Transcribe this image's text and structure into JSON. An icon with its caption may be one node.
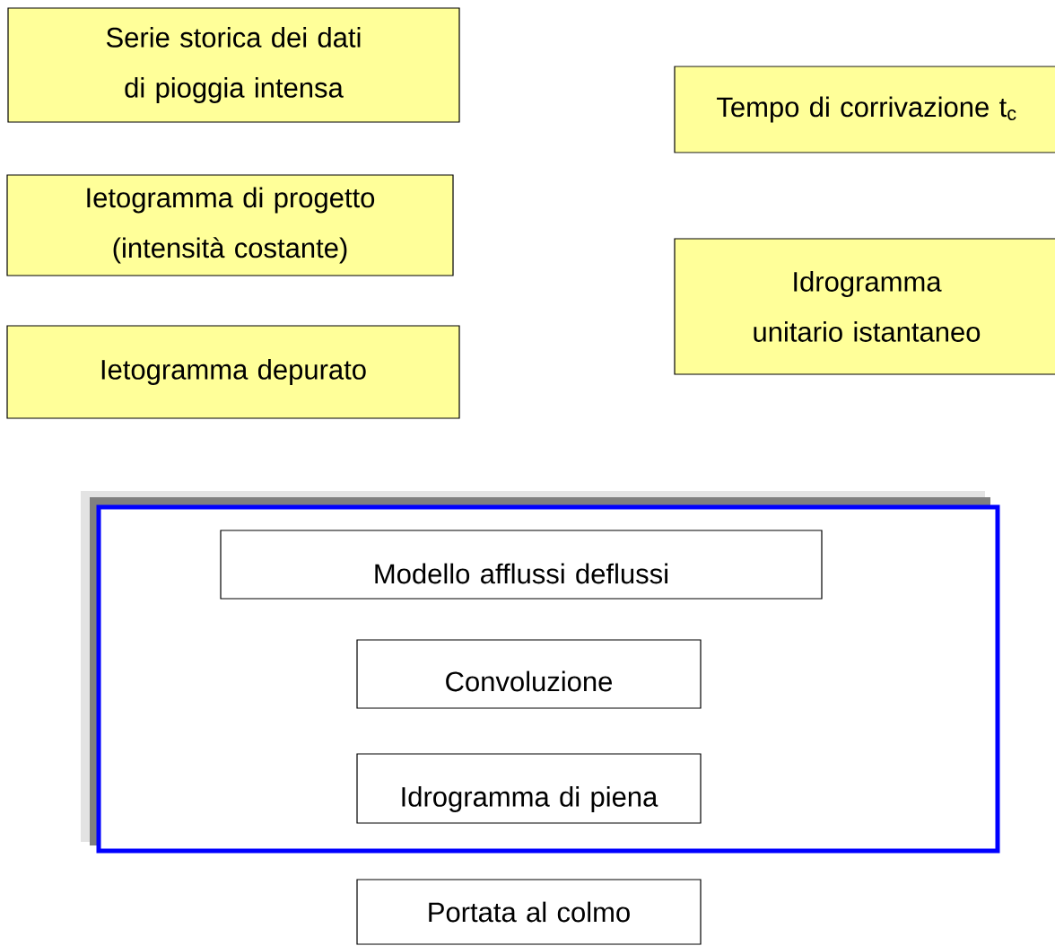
{
  "diagram": {
    "nodes": [
      {
        "text": [
          "Serie storica dei dati di pioggia intensa"
        ]
      },
      {
        "text": [
          "Tempo di corrivazione t$_{c}$"
        ]
      },
      {
        "text": [
          "Ietogramma di progetto (intensità costante)"
        ]
      },
      {
        "text": [
          "Idrogramma unitario istantaneo"
        ]
      },
      {
        "text": [
          "Ietogramma depurato"
        ]
      },
      {
        "text": [],
        "shape": "box"
      },
      {
        "text": [
          "Modello afflussi deflussi"
        ],
        "in": 5
      },
      {
        "text": [
          "Convoluzione"
        ],
        "in": 5
      },
      {
        "text": [
          "Idrogramma di piena"
        ],
        "in": 5
      },
      {
        "text": [
          "Portata al colmo"
        ]
      }
    ]
  }
}
